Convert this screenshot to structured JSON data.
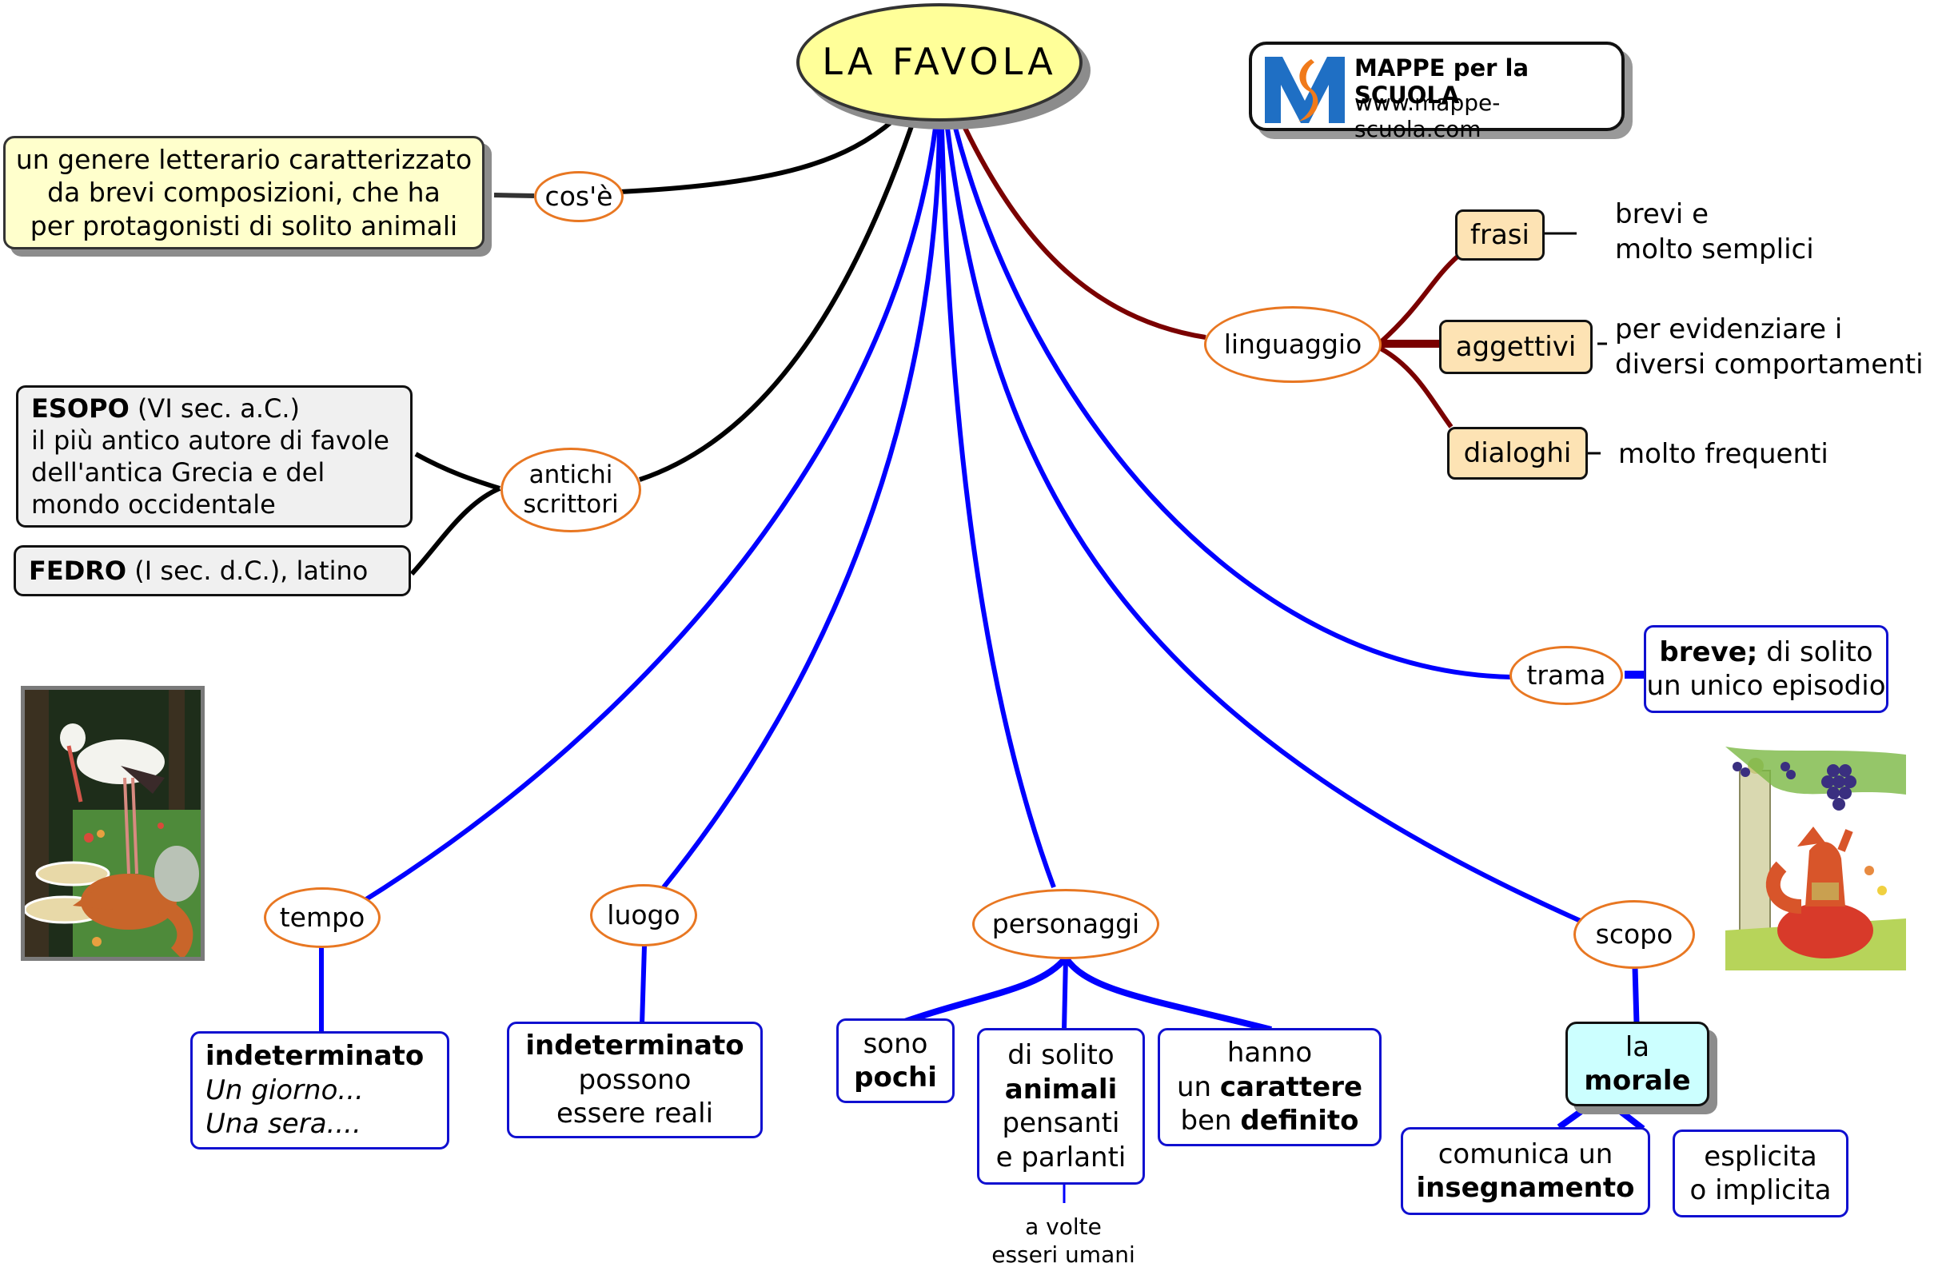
{
  "title": "LA FAVOLA",
  "logo": {
    "icon": "mappe-m-logo-icon",
    "brand": "MAPPE per la SCUOLA",
    "url": "www.mappe-scuola.com",
    "colors": {
      "blue": "#1f6fc4",
      "orange": "#f07a1a"
    }
  },
  "colors": {
    "root_fill": "#ffff99",
    "concept_border": "#e87722",
    "blue_link": "#0000ff",
    "dark_red_link": "#7a0000",
    "black_link": "#000000",
    "tan_fill": "#fde3b4",
    "cyan_fill": "#ccffff",
    "cream_fill": "#ffffcc",
    "grey_fill": "#f0f0f0"
  },
  "cose": {
    "label": "cos'è",
    "definition": [
      "un genere letterario caratterizzato",
      "da brevi composizioni, che ha",
      "per protagonisti di solito animali"
    ]
  },
  "antichi": {
    "label": [
      "antichi",
      "scrittori"
    ],
    "esopo": {
      "name": "ESOPO",
      "era": " (VI sec. a.C.)",
      "lines": [
        "il più antico autore di favole",
        "dell'antica Grecia e del",
        "mondo occidentale"
      ]
    },
    "fedro": {
      "name": "FEDRO",
      "rest": " (I sec. d.C.), latino"
    }
  },
  "linguaggio": {
    "label": "linguaggio",
    "items": [
      {
        "label": "frasi",
        "desc": [
          "brevi e",
          "molto semplici"
        ]
      },
      {
        "label": "aggettivi",
        "desc": [
          "per evidenziare i",
          "diversi comportamenti"
        ]
      },
      {
        "label": "dialoghi",
        "desc": [
          "molto frequenti"
        ]
      }
    ]
  },
  "trama": {
    "label": "trama",
    "bold": "breve;",
    "rest": " di solito",
    "line2": "un unico episodio"
  },
  "tempo": {
    "label": "tempo",
    "bold": "indeterminato",
    "examples": [
      "Un giorno...",
      "Una sera...."
    ]
  },
  "luogo": {
    "label": "luogo",
    "bold": "indeterminato",
    "lines": [
      "possono",
      "essere reali"
    ]
  },
  "personaggi": {
    "label": "personaggi",
    "pochi": {
      "line1": "sono",
      "bold": "pochi"
    },
    "animali": {
      "line1": "di solito",
      "bold": "animali",
      "line3": "pensanti",
      "line4": "e parlanti",
      "note": [
        "a volte",
        "esseri umani"
      ]
    },
    "carattere": {
      "line1": "hanno",
      "pre": "un ",
      "bold1": "carattere",
      "pre2": "ben ",
      "bold2": "definito"
    }
  },
  "scopo": {
    "label": "scopo",
    "morale": {
      "line1": "la",
      "bold": "morale"
    },
    "insegnamento": {
      "line1": "comunica un",
      "bold": "insegnamento"
    },
    "esplicita": {
      "line1": "esplicita",
      "line2": "o implicita"
    }
  },
  "images": {
    "left": "stork-and-fox-illustration",
    "right": "fox-and-grapes-illustration"
  }
}
